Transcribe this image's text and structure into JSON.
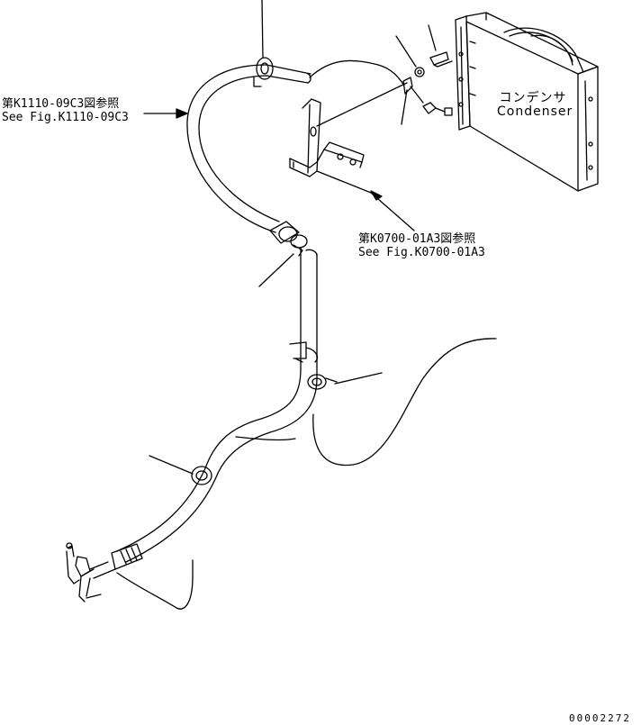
{
  "references": {
    "left": {
      "jp": "第K1110-09C3図参照",
      "en": "See Fig.K1110-09C3"
    },
    "middle": {
      "jp": "第K0700-01A3図参照",
      "en": "See Fig.K0700-01A3"
    }
  },
  "condenser": {
    "jp": "コンデンサ",
    "en": "Condenser"
  },
  "image_code": "00002272"
}
